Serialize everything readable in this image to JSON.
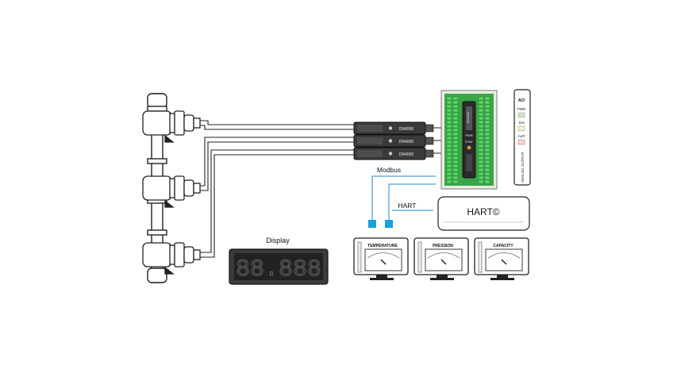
{
  "labels": {
    "modbus": "Modbus",
    "hart": "HART",
    "display": "Display",
    "hart_box": "HART©"
  },
  "display": {
    "digits": "88.888"
  },
  "gauges": [
    {
      "label": "TEMPERATURE"
    },
    {
      "label": "PRESSION"
    },
    {
      "label": "CAPACITY"
    }
  ],
  "transmitters": [
    {
      "tag": "DN4000"
    },
    {
      "tag": "DN4000"
    },
    {
      "tag": "DN4000"
    }
  ],
  "board": {
    "chip_label": "DN4000",
    "indicators": [
      "PWR",
      "STAT"
    ]
  },
  "analog_panel": {
    "title": "AO",
    "leds": [
      "PWR",
      "SIS",
      "ALR"
    ],
    "vertical_label": "ANALOG OUTPUT"
  },
  "colors": {
    "wire": "#222222",
    "signal_line": "#1e88c8",
    "connector": "#1aa0e0",
    "board_green": "#33b24a",
    "device_dark": "#333333"
  }
}
